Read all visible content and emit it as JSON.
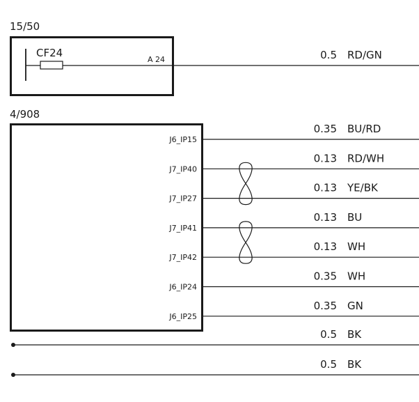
{
  "connectors": {
    "top": {
      "id": "15/50"
    },
    "main": {
      "id": "4/908"
    }
  },
  "fuse": {
    "name": "CF24",
    "pin": "A 24",
    "gauge": "0.5",
    "color": "RD/GN"
  },
  "pins": [
    {
      "pin": "J6_IP15",
      "gauge": "0.35",
      "color": "BU/RD"
    },
    {
      "pin": "J7_IP40",
      "gauge": "0.13",
      "color": "RD/WH"
    },
    {
      "pin": "J7_IP27",
      "gauge": "0.13",
      "color": "YE/BK"
    },
    {
      "pin": "J7_IP41",
      "gauge": "0.13",
      "color": "BU"
    },
    {
      "pin": "J7_IP42",
      "gauge": "0.13",
      "color": "WH"
    },
    {
      "pin": "J6_IP24",
      "gauge": "0.35",
      "color": "WH"
    },
    {
      "pin": "J6_IP25",
      "gauge": "0.35",
      "color": "GN"
    }
  ],
  "ground_wires": [
    {
      "gauge": "0.5",
      "color": "BK"
    },
    {
      "gauge": "0.5",
      "color": "BK"
    }
  ],
  "twisted_pairs": [
    {
      "from": "J7_IP40",
      "to": "J7_IP27"
    },
    {
      "from": "J7_IP41",
      "to": "J7_IP42"
    }
  ]
}
